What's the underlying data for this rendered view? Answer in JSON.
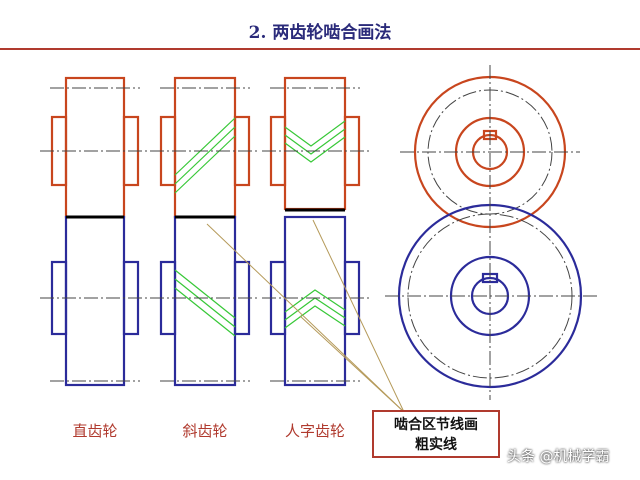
{
  "title": "2. 两齿轮啮合画法",
  "labels": {
    "spur": "直齿轮",
    "helical": "斜齿轮",
    "herringbone": "人字齿轮"
  },
  "callout": {
    "line1": "啮合区节线画",
    "line2": "粗实线"
  },
  "watermark": "头条 @机械学霸",
  "colors": {
    "upper_gear": "#c8461e",
    "lower_gear": "#2b2b9a",
    "helix": "#37c837",
    "pitch_line": "#000000",
    "leader": "#b59a5a",
    "accent": "#b03a2e"
  }
}
